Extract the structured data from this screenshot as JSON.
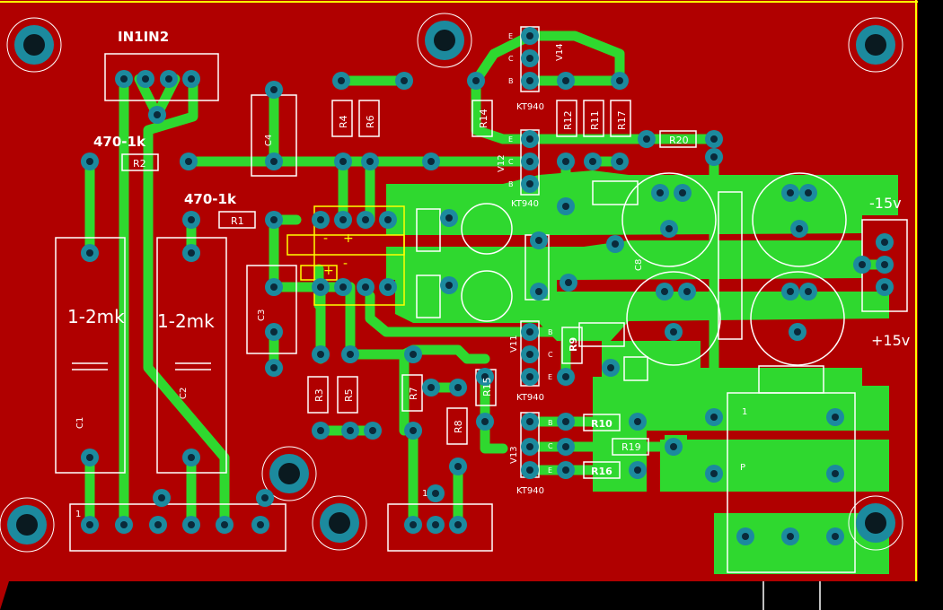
{
  "colors": {
    "board": "#b00000",
    "copper": "#2fd82f",
    "pad": "#1c8a9e",
    "hole": "#0a2a3a",
    "silk": "#ffffff",
    "outline": "#ffff00",
    "background": "#000000"
  },
  "labels": {
    "in_header": "IN1IN2",
    "r2_value": "470-1k",
    "r1_value": "470-1k",
    "c1_value": "1-2mk",
    "c2_value": "1-2mk",
    "c1": "C1",
    "c2": "C2",
    "c3": "C3",
    "c4": "C4",
    "c8": "C8",
    "r1": "R1",
    "r2": "R2",
    "r3": "R3",
    "r4": "R4",
    "r5": "R5",
    "r6": "R6",
    "r7": "R7",
    "r8": "R8",
    "r9": "R9",
    "r10": "R10",
    "r11": "R11",
    "r12": "R12",
    "r14": "R14",
    "r15": "R15",
    "r16": "R16",
    "r17": "R17",
    "r19": "R19",
    "r20": "R20",
    "v11": "V11",
    "v12": "V12",
    "v13": "V13",
    "v14": "V14",
    "kt_a": "KT940",
    "kt_b": "KT940",
    "kt_c": "KT940",
    "kt_d": "KT940",
    "pin_e": "E",
    "pin_c": "C",
    "pin_b": "B",
    "neg_supply": "-15v",
    "pos_supply": "+15v",
    "pin_one": "1",
    "pin_p": "P",
    "minus": "-",
    "plus": "+"
  }
}
